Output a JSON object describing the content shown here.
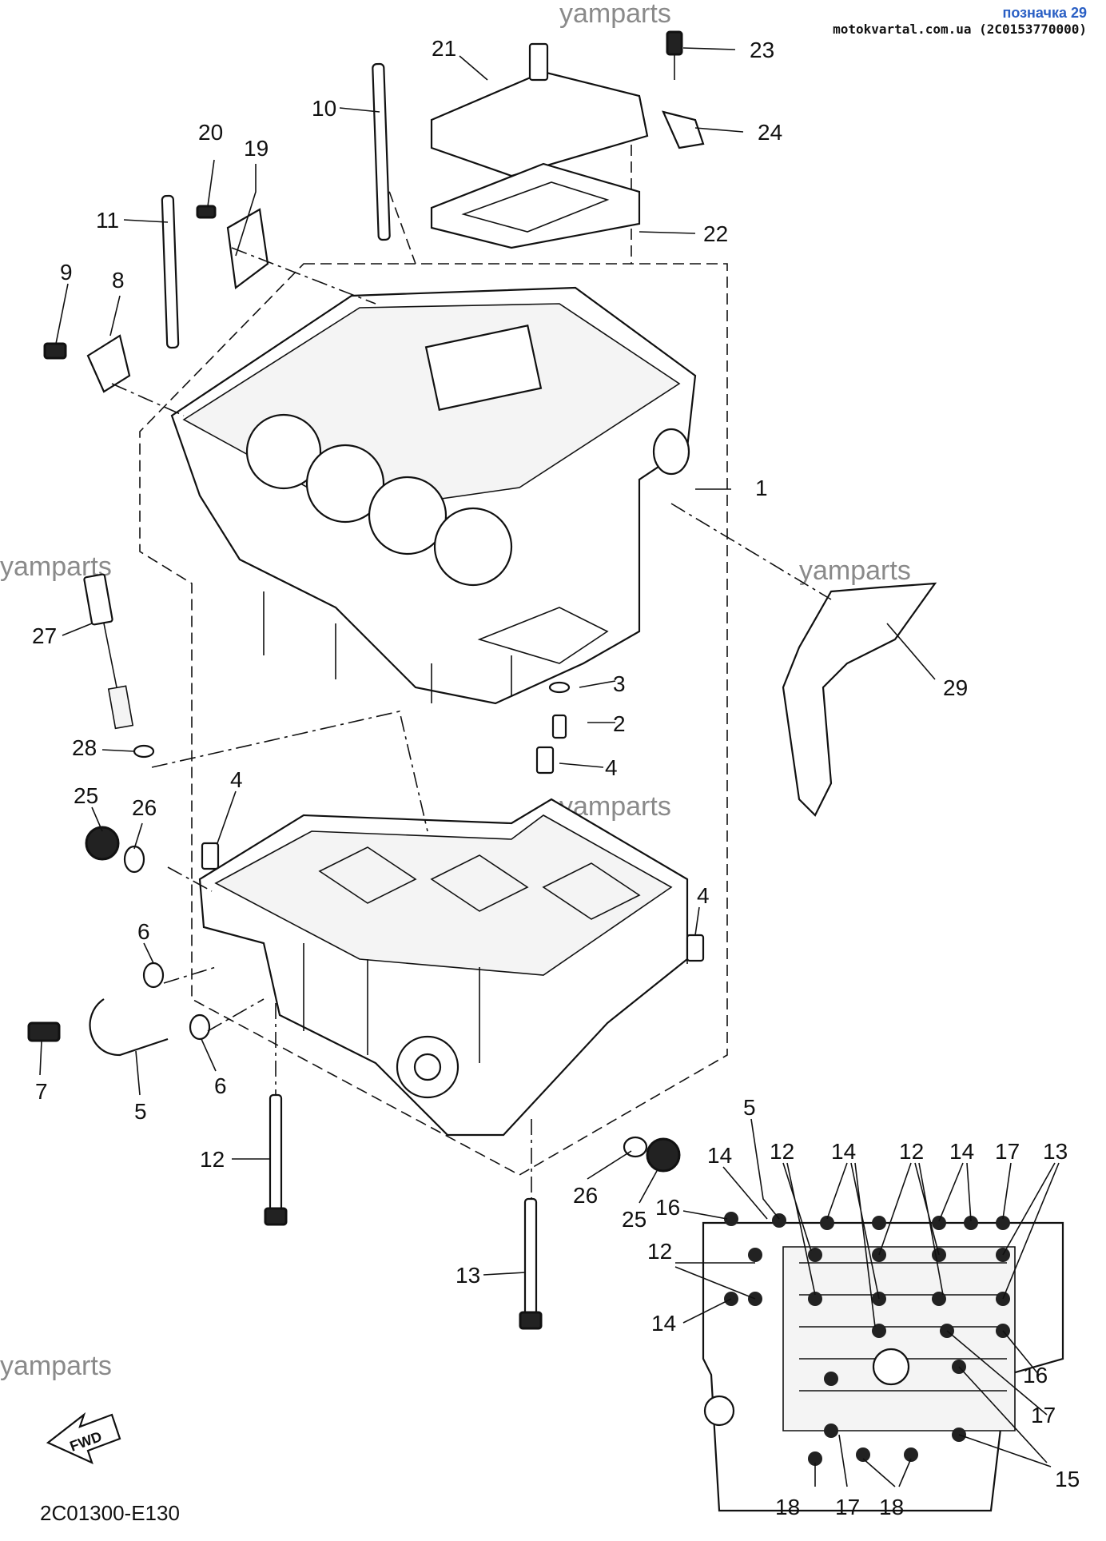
{
  "badge": {
    "title": "позначка 29",
    "subtitle": "motokvartal.com.ua (2C0153770000)"
  },
  "watermarks": [
    "yamparts",
    "yamparts",
    "yamparts",
    "yamparts",
    "yamparts",
    "yamparts"
  ],
  "diagram_code": "2C01300-E130",
  "fwd_label": "FWD",
  "labels": {
    "l1": "1",
    "l2": "2",
    "l3": "3",
    "l4a": "4",
    "l4b": "4",
    "l4c": "4",
    "l5a": "5",
    "l5b": "5",
    "l6a": "6",
    "l6b": "6",
    "l7": "7",
    "l8": "8",
    "l9": "9",
    "l10": "10",
    "l11": "11",
    "l12a": "12",
    "l12b": "12",
    "l12c": "12",
    "l12d": "12",
    "l13a": "13",
    "l13b": "13",
    "l14a": "14",
    "l14b": "14",
    "l14c": "14",
    "l14d": "14",
    "l15": "15",
    "l16a": "16",
    "l16b": "16",
    "l17a": "17",
    "l17b": "17",
    "l17c": "17",
    "l18a": "18",
    "l18b": "18",
    "l19": "19",
    "l20": "20",
    "l21": "21",
    "l22": "22",
    "l23": "23",
    "l24": "24",
    "l25a": "25",
    "l25b": "25",
    "l26a": "26",
    "l26b": "26",
    "l27": "27",
    "l28": "28",
    "l29": "29"
  }
}
